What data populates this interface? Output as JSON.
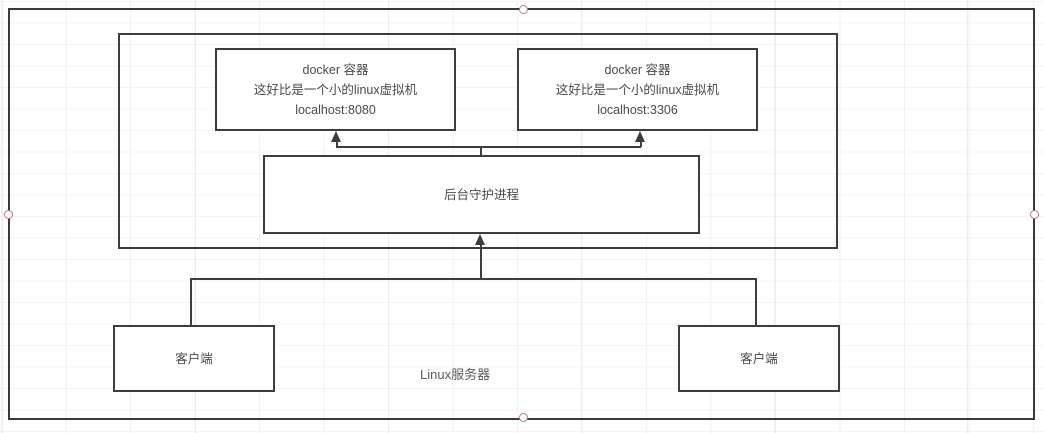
{
  "diagram": {
    "title_label": "Linux服务器",
    "server_container": {
      "name": "linux-server-boundary"
    },
    "docker_boxes": [
      {
        "title": "docker 容器",
        "description": "这好比是一个小的linux虚拟机",
        "address": "localhost:8080"
      },
      {
        "title": "docker 容器",
        "description": "这好比是一个小的linux虚拟机",
        "address": "localhost:3306"
      }
    ],
    "daemon_box": {
      "label": "后台守护进程"
    },
    "client_boxes": [
      {
        "label": "客户端"
      },
      {
        "label": "客户端"
      }
    ]
  },
  "selection": {
    "handle_color": "#b07f86",
    "frame_color": "#3a3a3a",
    "handles": [
      "top-center",
      "bottom-center",
      "middle-left",
      "middle-right"
    ]
  },
  "style": {
    "box_border_color": "#3d3d3d",
    "text_color": "#4a4a4a",
    "background": "#ffffff"
  }
}
